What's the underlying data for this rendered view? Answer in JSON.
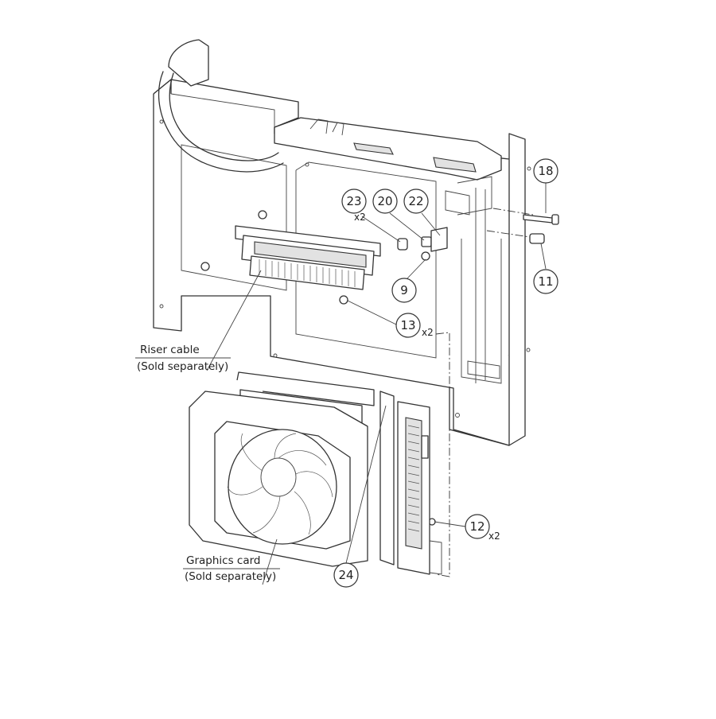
{
  "callouts": {
    "c18": {
      "number": "18"
    },
    "c23": {
      "number": "23",
      "qty": "x2"
    },
    "c20": {
      "number": "20"
    },
    "c22": {
      "number": "22"
    },
    "c9": {
      "number": "9"
    },
    "c11": {
      "number": "11"
    },
    "c13": {
      "number": "13",
      "qty": "x2"
    },
    "c12": {
      "number": "12",
      "qty": "x2"
    },
    "c24": {
      "number": "24"
    }
  },
  "labels": {
    "riser": {
      "name": "Riser cable",
      "note": "(Sold separately)"
    },
    "graphics": {
      "name": "Graphics card",
      "note": "(Sold separately)"
    }
  }
}
